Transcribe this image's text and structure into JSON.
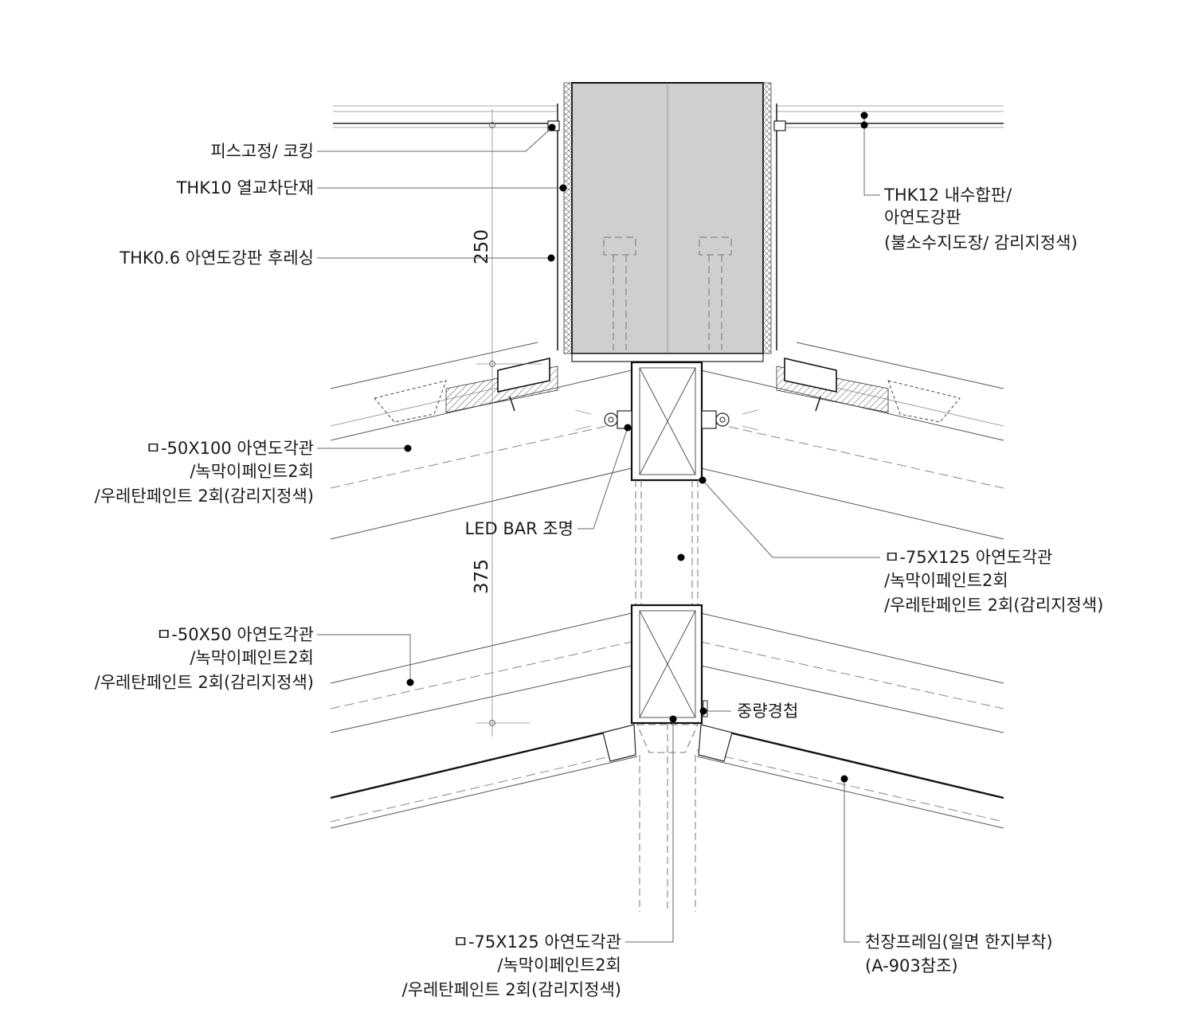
{
  "dimensions": {
    "upper": "250",
    "lower": "375"
  },
  "labels": {
    "screw_caulking": "피스고정/ 코킹",
    "thermal_break": "THK10 열교차단재",
    "flashing": "THK0.6 아연도강판 후레싱",
    "plywood": {
      "line1": "THK12 내수합판/",
      "line2": "아연도강판",
      "line3": "(불소수지도장/ 감리지정색)"
    },
    "tube_50x100": {
      "line1": "ㅁ-50X100 아연도각관",
      "line2": "/녹막이페인트2회",
      "line3": "/우레탄페인트 2회(감리지정색)"
    },
    "led_bar": "LED BAR 조명",
    "tube_75x125_right": {
      "line1": "ㅁ-75X125 아연도각관",
      "line2": "/녹막이페인트2회",
      "line3": "/우레탄페인트 2회(감리지정색)"
    },
    "tube_50x50": {
      "line1": "ㅁ-50X50 아연도각관",
      "line2": "/녹막이페인트2회",
      "line3": "/우레탄페인트 2회(감리지정색)"
    },
    "heavy_hinge": "중량경첩",
    "tube_75x125_bottom": {
      "line1": "ㅁ-75X125 아연도각관",
      "line2": "/녹막이페인트2회",
      "line3": "/우레탄페인트 2회(감리지정색)"
    },
    "ceiling_frame": {
      "line1": "천장프레임(일면 한지부착)",
      "line2": "(A-903참조)"
    }
  }
}
